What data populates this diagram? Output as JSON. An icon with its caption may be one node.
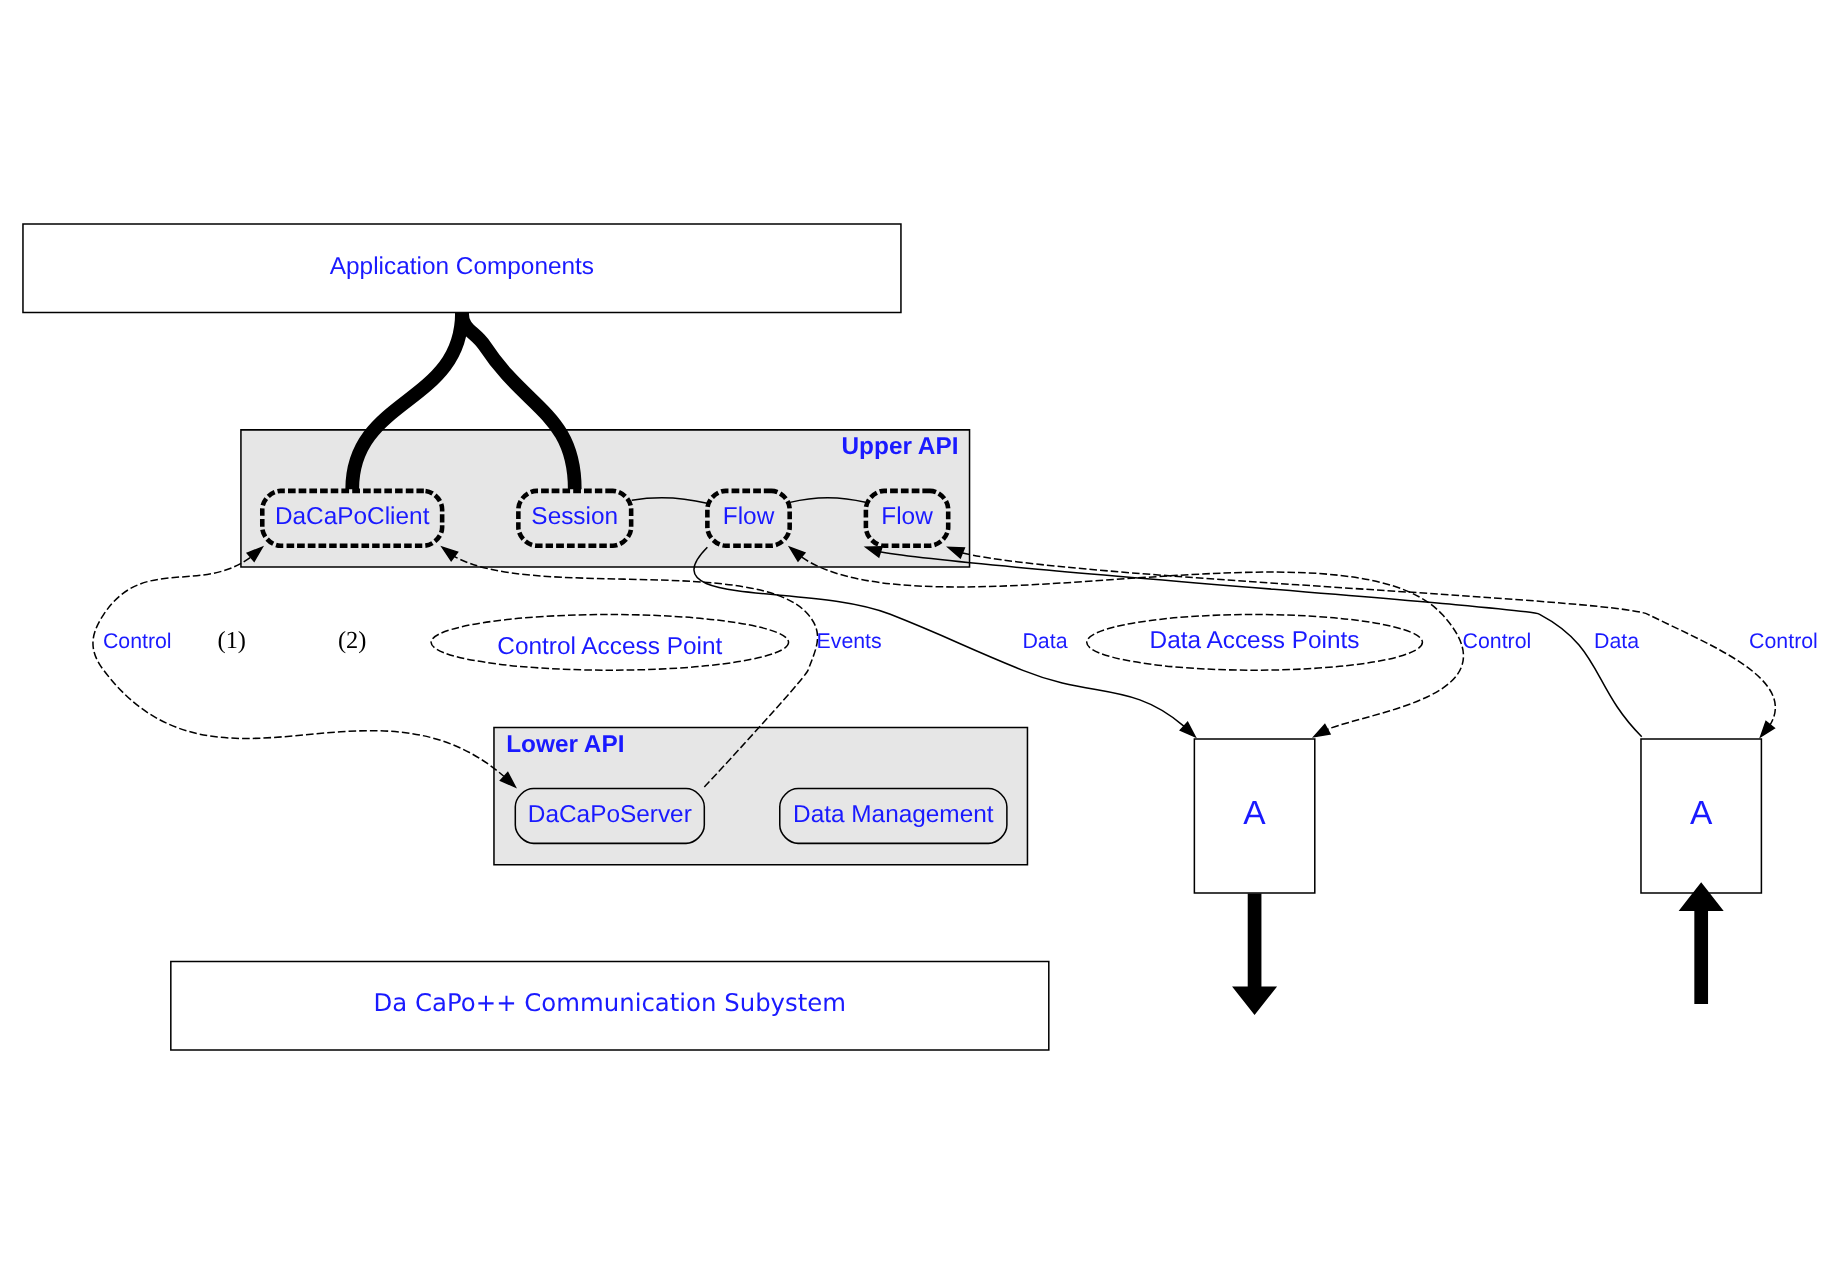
{
  "diagram": {
    "nodes": [
      {
        "text": [
          "Application Components"
        ]
      },
      {
        "text": [
          "Upper API"
        ]
      },
      {
        "text": [
          "DaCaPoClient"
        ],
        "in": 1
      },
      {
        "text": [
          "Session"
        ],
        "in": 1
      },
      {
        "text": [
          "Flow"
        ],
        "in": 1
      },
      {
        "text": [
          "Flow"
        ],
        "in": 1
      },
      {
        "text": [
          "Control Access Point"
        ]
      },
      {
        "text": [
          "Data Access Points"
        ]
      },
      {
        "text": [
          "Lower API"
        ]
      },
      {
        "text": [
          "DaCaPoServer"
        ],
        "in": 8
      },
      {
        "text": [
          "Data Management"
        ],
        "in": 8
      },
      {
        "text": [
          "A"
        ]
      },
      {
        "text": [
          "A"
        ]
      },
      {
        "text": [
          "Da CaPo++ Communication Subystem"
        ]
      }
    ],
    "edges": [
      {
        "from": 0,
        "to": 2,
        "arrow": "none",
        "style": "thick"
      },
      {
        "from": 0,
        "to": 3,
        "arrow": "none",
        "style": "thick"
      },
      {
        "from": 3,
        "to": 4,
        "arrow": "none"
      },
      {
        "from": 4,
        "to": 5,
        "arrow": "none"
      },
      {
        "from": 2,
        "to": 9,
        "arrow": "both",
        "style": "dashed",
        "label": "Control"
      },
      {
        "from": 9,
        "to": 2,
        "arrow": "to",
        "style": "dashed",
        "label": "Events"
      },
      {
        "from": 4,
        "to": 11,
        "arrow": "to",
        "label": "Data"
      },
      {
        "from": 4,
        "to": 11,
        "arrow": "both",
        "style": "dashed",
        "label": "Control"
      },
      {
        "from": 12,
        "to": 5,
        "arrow": "to",
        "label": "Data"
      },
      {
        "from": 5,
        "to": 12,
        "arrow": "both",
        "style": "dashed",
        "label": "Control"
      },
      {
        "from": 11,
        "to": null,
        "arrow": "to",
        "style": "thick"
      },
      {
        "from": null,
        "to": 12,
        "arrow": "to",
        "style": "thick"
      }
    ],
    "labels": [
      "(1)",
      "(2)"
    ]
  }
}
